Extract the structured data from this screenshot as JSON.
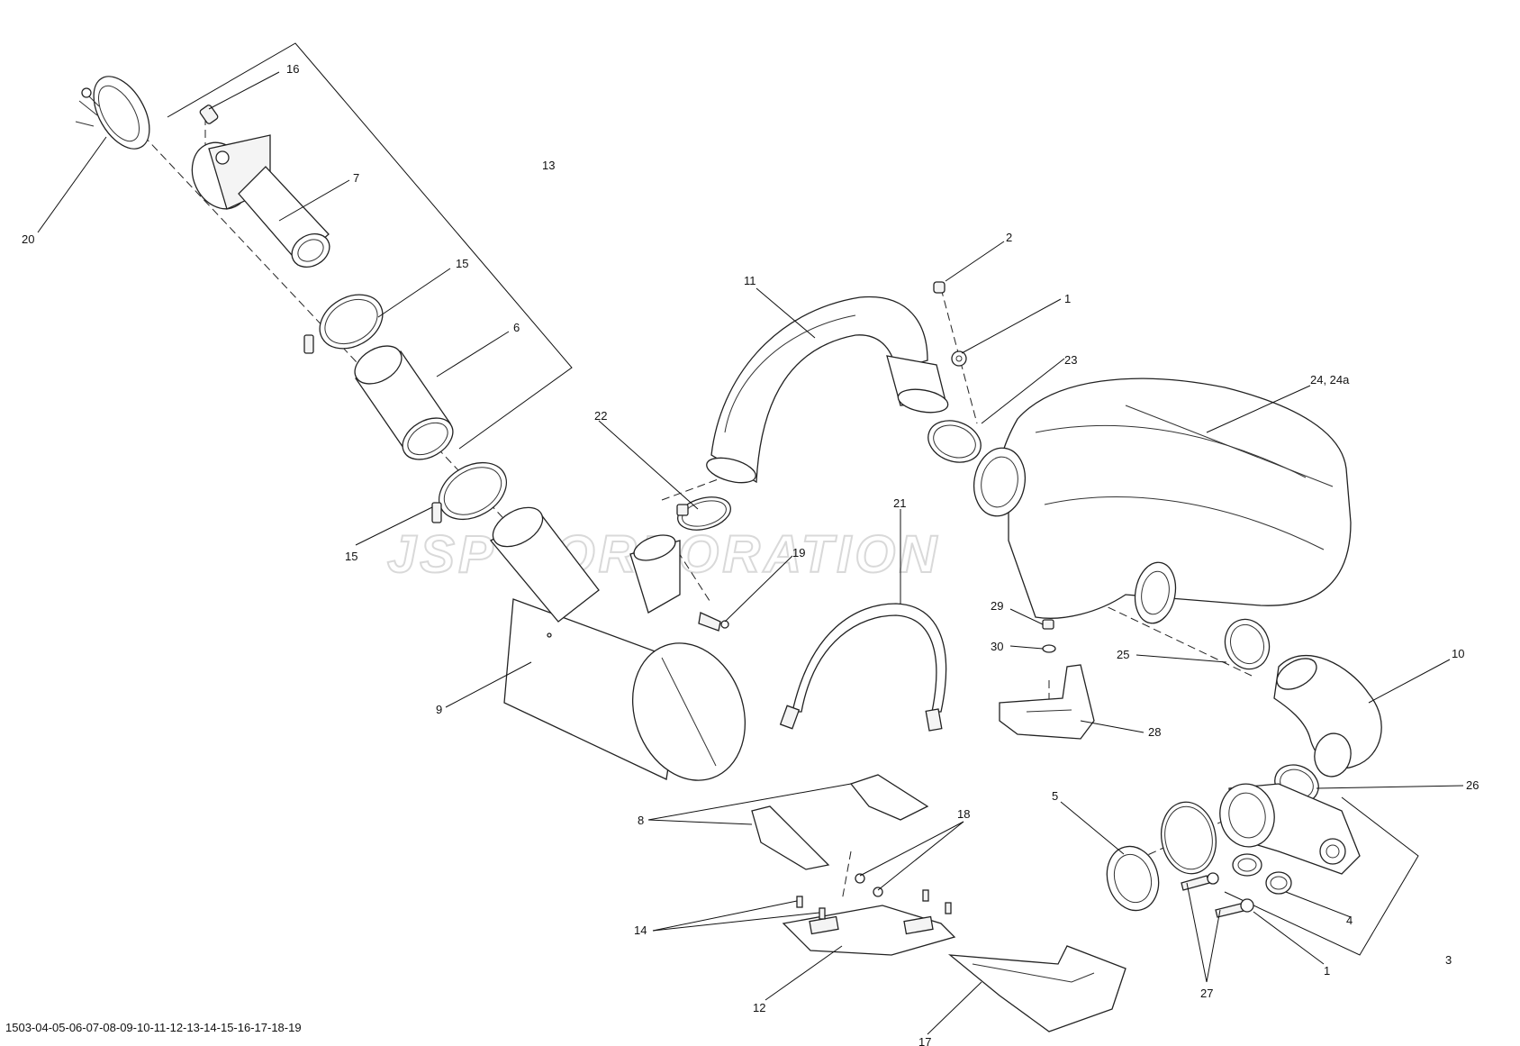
{
  "watermark": "JSP CORPORATION",
  "reference": "1503-04-05-06-07-08-09-10-11-12-13-14-15-16-17-18-19",
  "callouts": {
    "c1a": "1",
    "c1b": "1",
    "c2": "2",
    "c3": "3",
    "c4": "4",
    "c5": "5",
    "c6": "6",
    "c7": "7",
    "c8": "8",
    "c9": "9",
    "c10": "10",
    "c11": "11",
    "c12": "12",
    "c13": "13",
    "c14": "14",
    "c15a": "15",
    "c15b": "15",
    "c16": "16",
    "c17": "17",
    "c18": "18",
    "c19": "19",
    "c20": "20",
    "c21": "21",
    "c22": "22",
    "c23": "23",
    "c24": "24, 24a",
    "c25": "25",
    "c26": "26",
    "c27": "27",
    "c28": "28",
    "c29": "29",
    "c30": "30"
  }
}
